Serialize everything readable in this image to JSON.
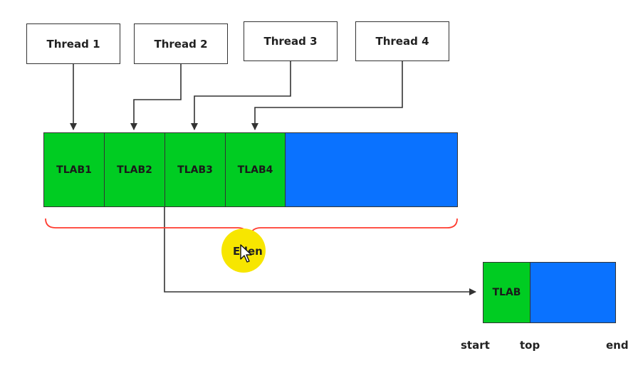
{
  "threads": [
    {
      "label": "Thread 1"
    },
    {
      "label": "Thread 2"
    },
    {
      "label": "Thread 3"
    },
    {
      "label": "Thread 4"
    }
  ],
  "eden": {
    "tlabs": [
      {
        "label": "TLAB1"
      },
      {
        "label": "TLAB2"
      },
      {
        "label": "TLAB3"
      },
      {
        "label": "TLAB4"
      }
    ],
    "label": "Eden"
  },
  "detail": {
    "tlab_label": "TLAB",
    "pointers": {
      "start": "start",
      "top": "top",
      "end": "end"
    }
  },
  "colors": {
    "tlab": "#00cc22",
    "free_space": "#0a72ff",
    "brace": "#ff3b2f",
    "cursor_highlight": "#f7e600"
  },
  "icons": {
    "cursor": "mouse-pointer-icon"
  }
}
